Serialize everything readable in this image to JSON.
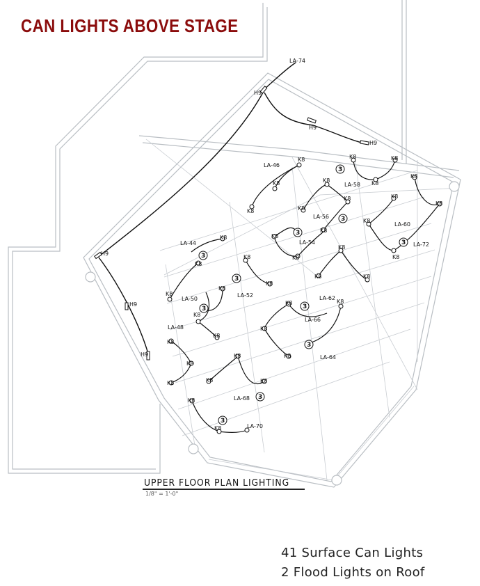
{
  "title": "CAN LIGHTS ABOVE STAGE",
  "plan_title": "UPPER FLOOR PLAN LIGHTING",
  "plan_scale": "1/8\" = 1'-0\"",
  "summary": {
    "can_lights": "41 Surface Can Lights",
    "flood_lights": "2 Flood Lights on Roof"
  },
  "colors": {
    "title": "#8b0c0c",
    "linework": "#b9bec3",
    "fixtures": "#111111"
  },
  "fixture_types": {
    "can": "K8",
    "wall": "H9",
    "switch_group": "3"
  },
  "circuits": [
    "LA-74",
    "LA-46",
    "LA-58",
    "LA-56",
    "LA-60",
    "LA-72",
    "LA-44",
    "LA-54",
    "LA-50",
    "LA-52",
    "LA-62",
    "LA-48",
    "LA-66",
    "LA-64",
    "LA-68",
    "LA-70"
  ]
}
